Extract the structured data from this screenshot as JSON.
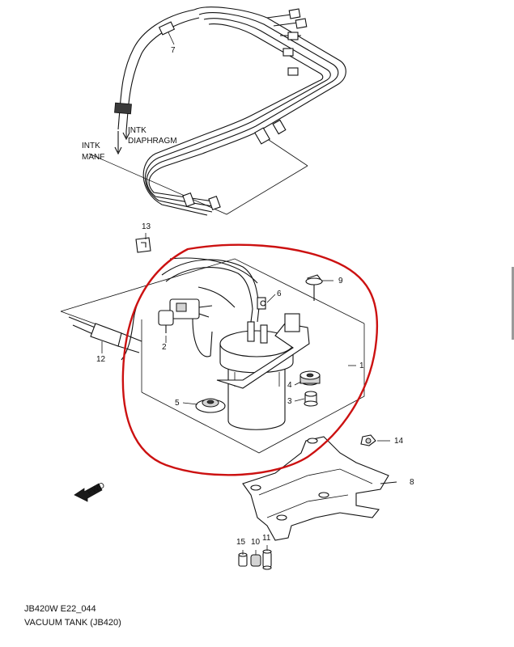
{
  "diagram": {
    "hose_labels": {
      "intk": "INTK",
      "diaphragm": "DIAPHRAGM",
      "intk2": "INTK",
      "manf": "MANF"
    },
    "part_numbers": [
      "7",
      "13",
      "6",
      "9",
      "1",
      "2",
      "12",
      "4",
      "3",
      "5",
      "14",
      "8",
      "15",
      "10",
      "11"
    ],
    "fwd_label": "FWD",
    "caption": {
      "line1": "JB420W E22_044",
      "line2": "VACUUM TANK (JB420)"
    },
    "colors": {
      "highlight_circle": "#cc1111",
      "ink": "#111111",
      "part_shade": "#d4d4d4"
    }
  }
}
